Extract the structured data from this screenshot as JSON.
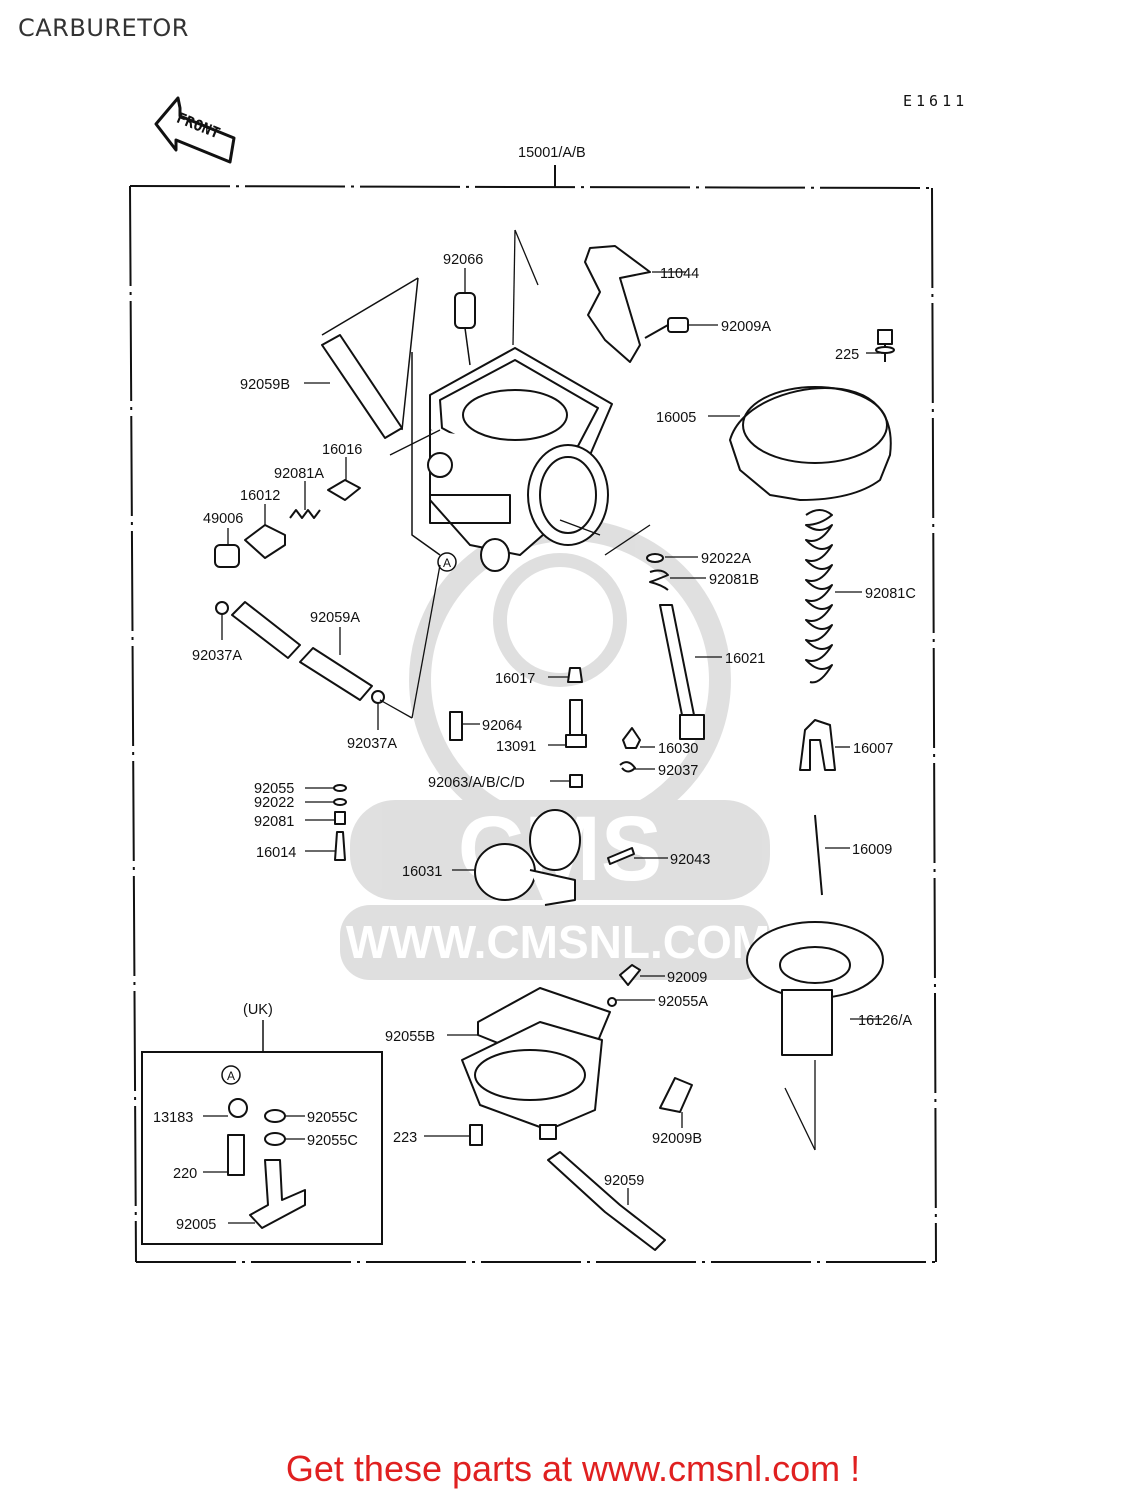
{
  "page": {
    "title": "CARBURETOR",
    "diagram_code": "E1611"
  },
  "front_marker": {
    "label": "FRONT"
  },
  "watermark": {
    "text": "WWW.CMSNL.COM",
    "logo_text": "CMS"
  },
  "assembly": {
    "label": "15001/A/B"
  },
  "uk_box": {
    "label": "(UK)",
    "circle_marker": "A"
  },
  "circle_marker": "A",
  "parts": [
    {
      "id": "92066",
      "label": "92066"
    },
    {
      "id": "11044",
      "label": "11044"
    },
    {
      "id": "92009A",
      "label": "92009A"
    },
    {
      "id": "225",
      "label": "225"
    },
    {
      "id": "92059B",
      "label": "92059B"
    },
    {
      "id": "16005",
      "label": "16005"
    },
    {
      "id": "16016",
      "label": "16016"
    },
    {
      "id": "92081A",
      "label": "92081A"
    },
    {
      "id": "16012",
      "label": "16012"
    },
    {
      "id": "49006",
      "label": "49006"
    },
    {
      "id": "92022A",
      "label": "92022A"
    },
    {
      "id": "92081B",
      "label": "92081B"
    },
    {
      "id": "92081C",
      "label": "92081C"
    },
    {
      "id": "92059A",
      "label": "92059A"
    },
    {
      "id": "92037A_1",
      "label": "92037A"
    },
    {
      "id": "16021",
      "label": "16021"
    },
    {
      "id": "16017",
      "label": "16017"
    },
    {
      "id": "92064",
      "label": "92064"
    },
    {
      "id": "92037A_2",
      "label": "92037A"
    },
    {
      "id": "13091",
      "label": "13091"
    },
    {
      "id": "16030",
      "label": "16030"
    },
    {
      "id": "16007",
      "label": "16007"
    },
    {
      "id": "92037",
      "label": "92037"
    },
    {
      "id": "92063",
      "label": "92063/A/B/C/D"
    },
    {
      "id": "92055",
      "label": "92055"
    },
    {
      "id": "92022",
      "label": "92022"
    },
    {
      "id": "92081",
      "label": "92081"
    },
    {
      "id": "16014",
      "label": "16014"
    },
    {
      "id": "16031",
      "label": "16031"
    },
    {
      "id": "92043",
      "label": "92043"
    },
    {
      "id": "16009",
      "label": "16009"
    },
    {
      "id": "92009",
      "label": "92009"
    },
    {
      "id": "92055A",
      "label": "92055A"
    },
    {
      "id": "92055B",
      "label": "92055B"
    },
    {
      "id": "16126A",
      "label": "16126/A"
    },
    {
      "id": "13183",
      "label": "13183"
    },
    {
      "id": "92055C_1",
      "label": "92055C"
    },
    {
      "id": "92055C_2",
      "label": "92055C"
    },
    {
      "id": "223",
      "label": "223"
    },
    {
      "id": "92009B",
      "label": "92009B"
    },
    {
      "id": "220",
      "label": "220"
    },
    {
      "id": "92059",
      "label": "92059"
    },
    {
      "id": "92005",
      "label": "92005"
    }
  ],
  "footer": {
    "cta": "Get these parts at www.cmsnl.com !"
  }
}
